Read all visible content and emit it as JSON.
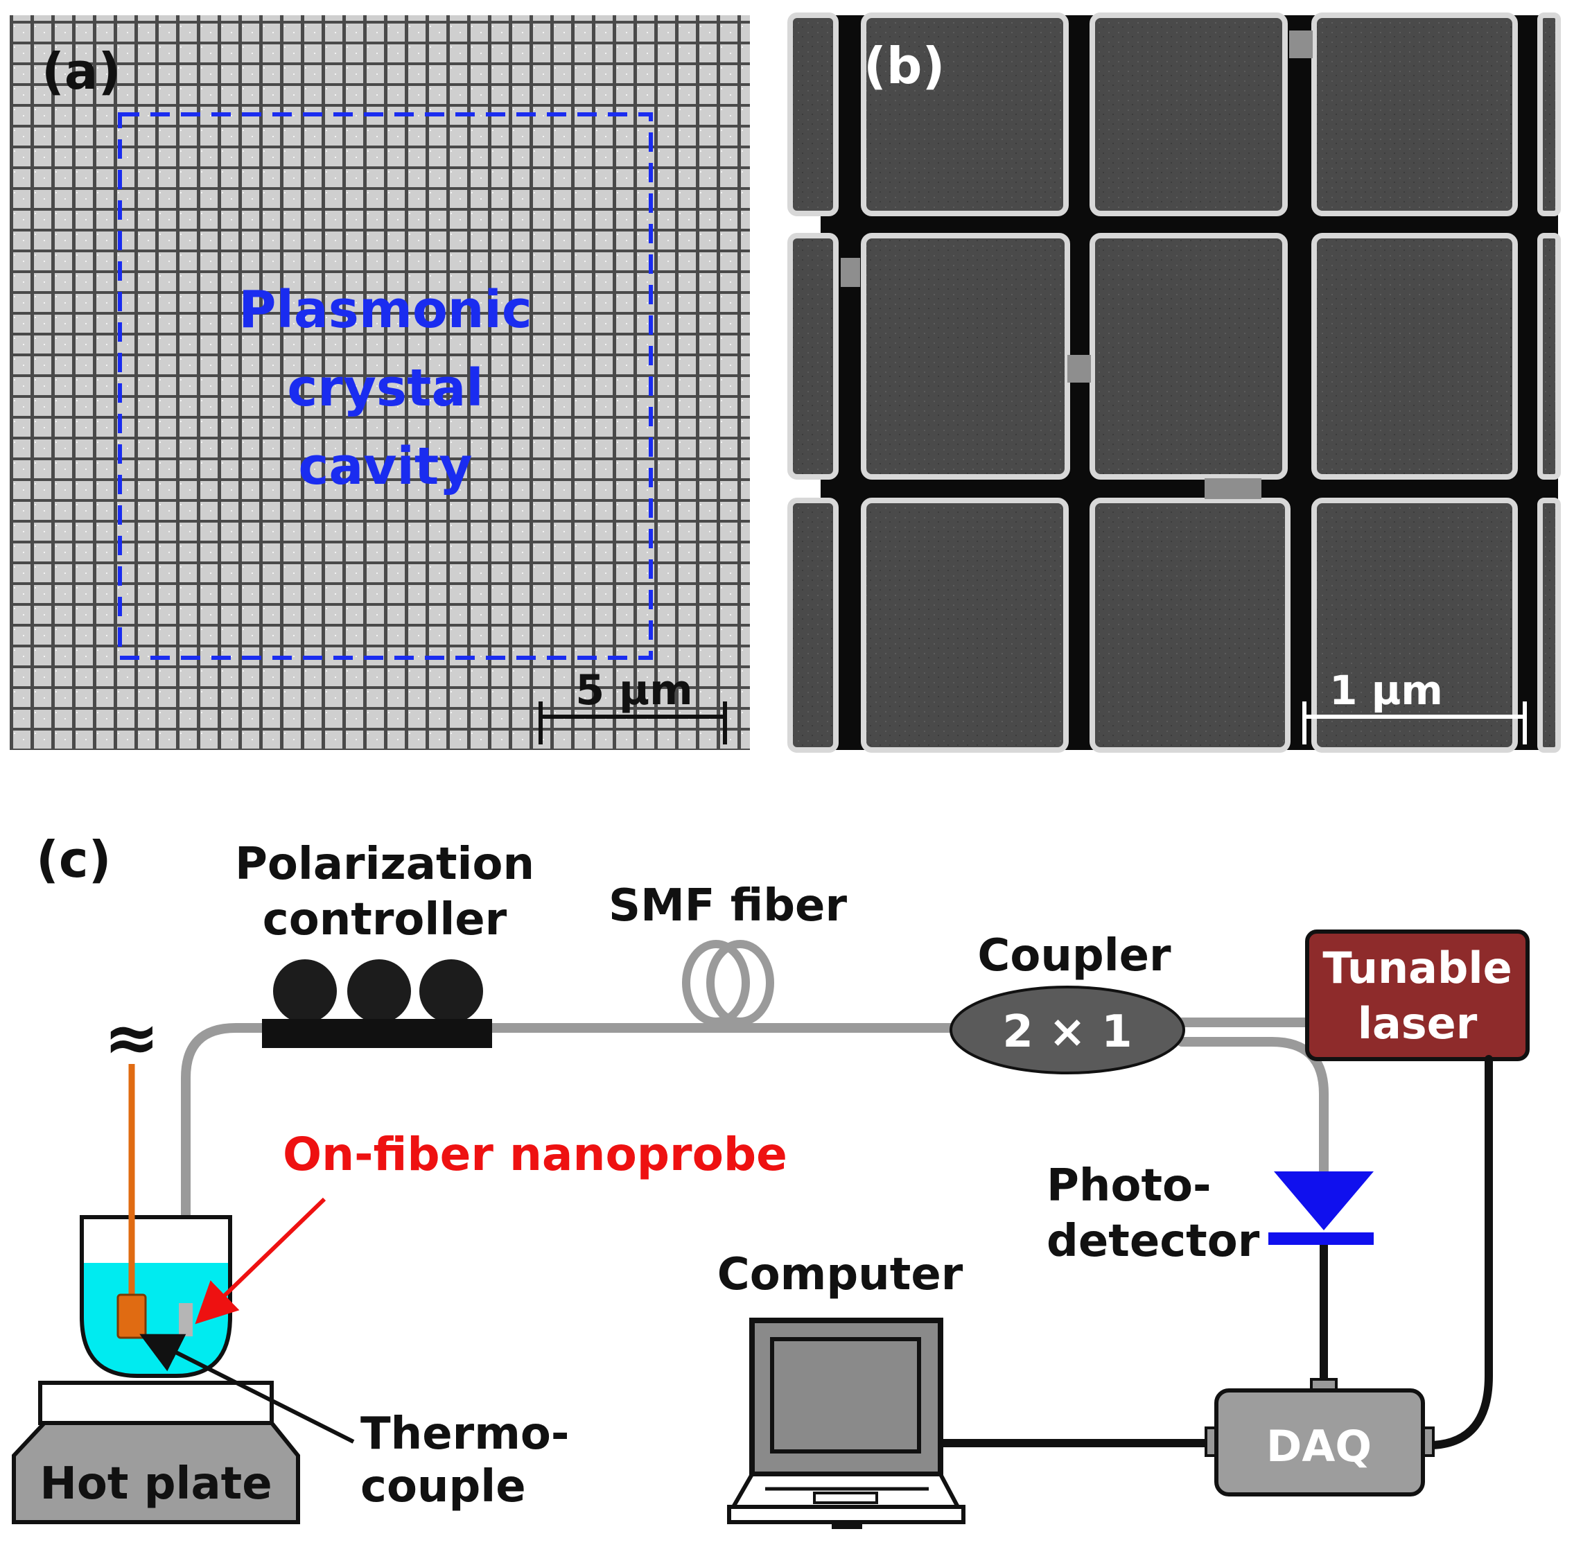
{
  "panel_a": {
    "letter": "(a)",
    "cavity_lines": [
      "Plasmonic",
      "crystal",
      "cavity"
    ],
    "scale_label": "5 µm",
    "cavity_color": "#1a2cf0"
  },
  "panel_b": {
    "letter": "(b)",
    "scale_label": "1 µm"
  },
  "panel_c": {
    "letter": "(c)",
    "polarization_controller": [
      "Polarization",
      "controller"
    ],
    "smf_fiber": "SMF fiber",
    "coupler": "Coupler",
    "coupler_ratio": "2 × 1",
    "tunable_laser": [
      "Tunable",
      "laser"
    ],
    "probe": "On-fiber nanoprobe",
    "photodetector": [
      "Photo-",
      "detector"
    ],
    "computer": "Computer",
    "daq": "DAQ",
    "thermocouple": [
      "Thermo-",
      "couple"
    ],
    "hot_plate": "Hot plate",
    "approx_symbol": "≈",
    "colors": {
      "laser_box": "#8e2b2b",
      "probe_text": "#ee1111",
      "photodetector": "#1010ee",
      "water": "#00ebf0",
      "thermocouple": "#e06b12",
      "fiber": "#9a9a9a"
    }
  }
}
